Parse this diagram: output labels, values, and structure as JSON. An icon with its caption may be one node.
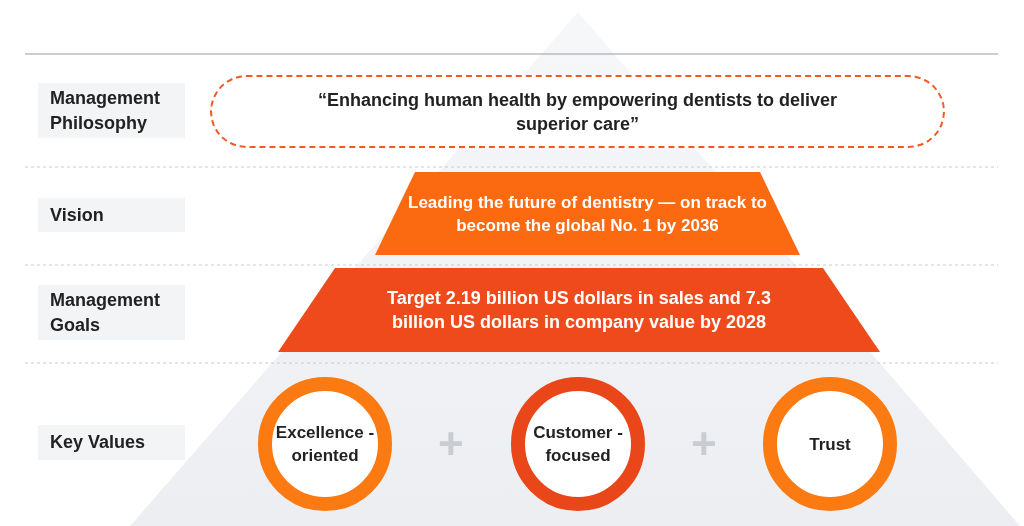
{
  "diagram": {
    "nodes": [
      {
        "text": [
          "Management Philosophy"
        ]
      },
      {
        "text": [
          "“Enhancing human health by empowering dentists to deliver superior care”"
        ]
      },
      {
        "text": [
          "Vision"
        ]
      },
      {
        "text": [
          "Leading the future of dentistry — on track to become the global No. 1 by 2036"
        ]
      },
      {
        "text": [
          "Management Goals"
        ]
      },
      {
        "text": [
          "Target 2.19 billion US dollars in sales and 7.3 billion US dollars in company value by 2028"
        ]
      },
      {
        "text": [
          "Key Values"
        ]
      },
      {
        "text": [
          "Excellence -oriented"
        ]
      },
      {
        "text": [
          "Customer -focused"
        ]
      },
      {
        "text": [
          "Trust"
        ]
      }
    ],
    "labels": [
      "+",
      "+"
    ]
  }
}
